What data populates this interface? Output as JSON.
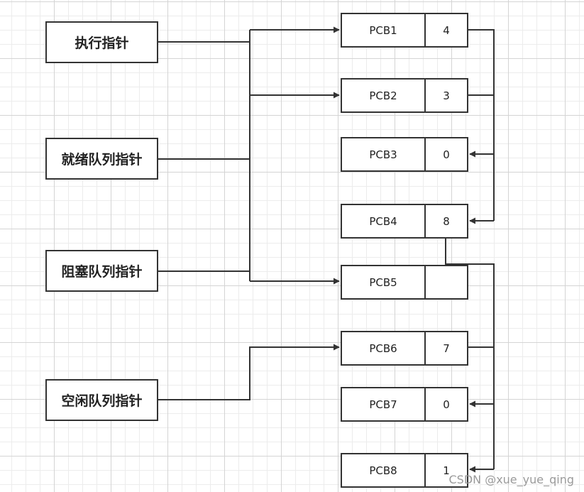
{
  "pointers": {
    "exec": "执行指针",
    "ready": "就绪队列指针",
    "blocked": "阻塞队列指针",
    "free": "空闲队列指针"
  },
  "pcbs": [
    {
      "name": "PCB1",
      "next": "4"
    },
    {
      "name": "PCB2",
      "next": "3"
    },
    {
      "name": "PCB3",
      "next": "0"
    },
    {
      "name": "PCB4",
      "next": "8"
    },
    {
      "name": "PCB5",
      "next": ""
    },
    {
      "name": "PCB6",
      "next": "7"
    },
    {
      "name": "PCB7",
      "next": "0"
    },
    {
      "name": "PCB8",
      "next": "1"
    }
  ],
  "watermark": "CSDN @xue_yue_qing",
  "colors": {
    "stroke": "#333333",
    "grid": "#d4d4d4"
  }
}
